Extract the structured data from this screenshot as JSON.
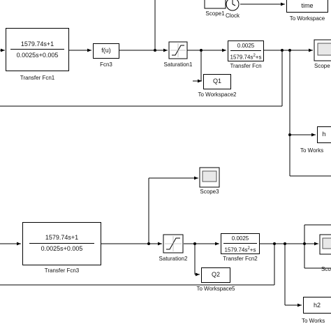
{
  "blocks": {
    "scope1": {
      "label": "Scope1"
    },
    "clock": {
      "label": "Clock"
    },
    "time_ws": {
      "text": "time",
      "label": "To Workspace"
    },
    "tf1": {
      "num": "1579.74s+1",
      "den": "0.0025s+0.005",
      "label": "Transfer Fcn1"
    },
    "fcn3": {
      "text": "f(u)",
      "label": "Fcn3"
    },
    "sat1": {
      "label": "Saturation1"
    },
    "tf_top": {
      "num": "0.0025",
      "den": "1579.74s",
      "den_sup": "2",
      "den_tail": "+s",
      "label": "Transfer Fcn"
    },
    "scope_top_right": {
      "label": "Scope"
    },
    "q1": {
      "text": "Q1",
      "label": "To Workspace2"
    },
    "h_top": {
      "text": "h",
      "label": "To Works"
    },
    "scope3": {
      "label": "Scope3"
    },
    "tf3": {
      "num": "1579.74s+1",
      "den": "0.0025s+0.005",
      "label": "Transfer Fcn3"
    },
    "sat2": {
      "label": "Saturation2"
    },
    "tf2": {
      "num": "0.0025",
      "den": "1579.74s",
      "den_sup": "2",
      "den_tail": "+s",
      "label": "Transfer Fcn2"
    },
    "scope_bottom_right": {
      "label": "Sco"
    },
    "q2": {
      "text": "Q2",
      "label": "To Workspace5"
    },
    "h2": {
      "text": "h2",
      "label": "To Works"
    }
  }
}
